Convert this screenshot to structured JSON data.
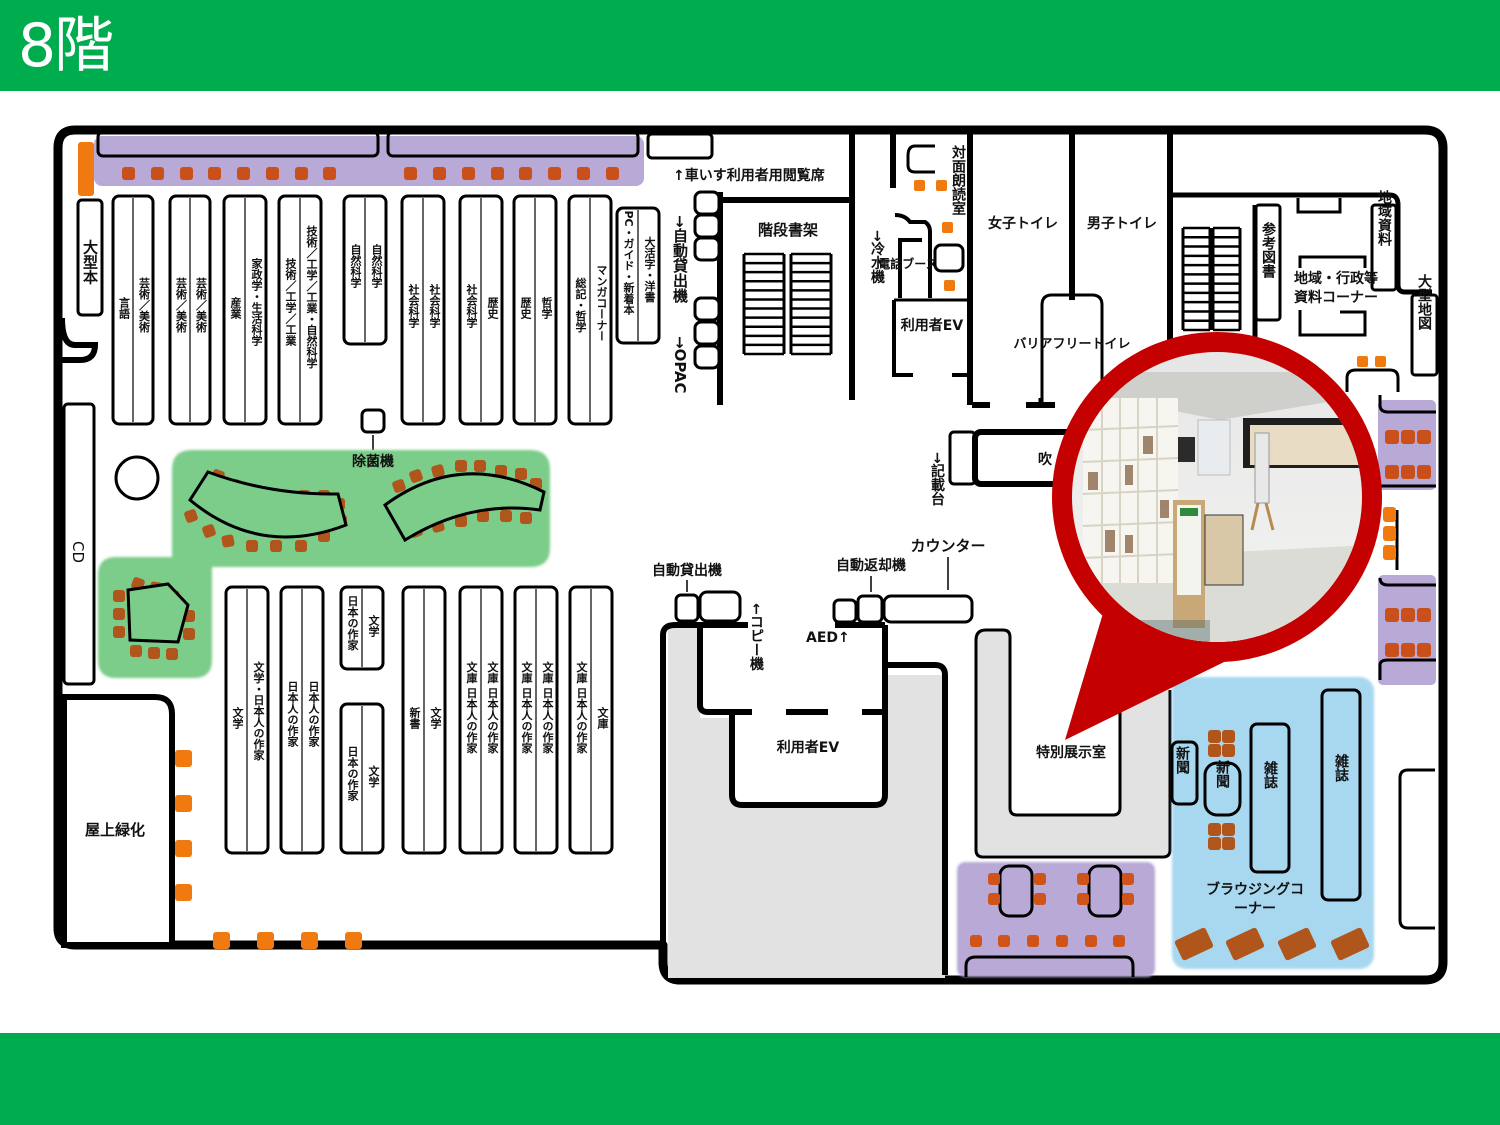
{
  "header": {
    "floor_title": "8階"
  },
  "colors": {
    "brand_green": "#00ad4e",
    "seating_green": "#7ccc8a",
    "study_purple": "#b8a9d6",
    "browsing_blue": "#a8d8f0",
    "exhibit_gray": "#e2e2e2",
    "chair_orange": "#f07a10",
    "chair_brown": "#b0561c",
    "pin_red": "#c40000"
  },
  "shelves_top": [
    {
      "left": "言語",
      "right": "芸術／美術"
    },
    {
      "left": "芸術／美術",
      "right": "芸術／美術"
    },
    {
      "left": "産業",
      "right": "家政学・生活科学"
    },
    {
      "left": "技術／工学／工業",
      "right": "技術／工学／工業・自然科学"
    },
    {
      "left": "自然科学",
      "right": "自然科学"
    },
    {
      "left": "社会科学",
      "right": "社会科学"
    },
    {
      "left": "社会科学",
      "right": "歴史"
    },
    {
      "left": "歴史",
      "right": "哲学"
    },
    {
      "left": "総記・哲学",
      "right": "マンガコーナー"
    },
    {
      "left": "PC・ガイド・新着本",
      "right": "大活字・洋書"
    }
  ],
  "shelves_bottom": [
    {
      "left": "文学",
      "right": "文学・日本人の作家"
    },
    {
      "left": "日本人の作家",
      "right": "日本人の作家"
    },
    {
      "left": "日本の作家",
      "right": "文学"
    },
    {
      "left": "日本の作家",
      "right": "文学"
    },
    {
      "left": "新書",
      "right": "文学"
    },
    {
      "left": "文庫 日本人の作家",
      "right": "文庫 日本人の作家"
    },
    {
      "left": "文庫 日本人の作家",
      "right": "文庫 日本人の作家"
    },
    {
      "left": "文庫 日本人の作家",
      "right": "文庫"
    }
  ],
  "labels": {
    "large_books": "大型本",
    "cd": "CD",
    "rooftop_garden": "屋上緑化",
    "sterilizer": "除菌機",
    "wheelchair_seats": "↑車いす利用者用閲覧席",
    "self_checkout_top": "→自動貸出機",
    "opac": "→OPAC",
    "stair_shelves": "階段書架",
    "water_cooler": "→冷水機",
    "phone_booth": "電話ブース",
    "reading_room": "対面朗読室",
    "user_ev_top": "利用者EV",
    "womens_toilet": "女子トイレ",
    "mens_toilet": "男子トイレ",
    "barrier_free_toilet": "バリアフリートイレ",
    "atrium": "吹",
    "writing_desk": "→記載台",
    "reference_books": "参考図書",
    "local_admin_corner": "地域・行政等資料コーナー",
    "local_materials": "地域資料",
    "large_maps": "大型地図",
    "self_checkout_bottom": "自動貸出機",
    "copier": "←コピー機",
    "self_return": "自動返却機",
    "counter": "カウンター",
    "aed": "AED↑",
    "user_ev_bottom": "利用者EV",
    "special_exhibit": "特別展示室",
    "newspaper_wall": "新聞",
    "newspaper_rack": "新聞",
    "magazine_1": "雑誌",
    "magazine_2": "雑誌",
    "browsing_corner": "ブラウジングコーナー"
  },
  "pin": {
    "target": "特別展示室",
    "photo_subject": "exhibition-room-photo"
  }
}
